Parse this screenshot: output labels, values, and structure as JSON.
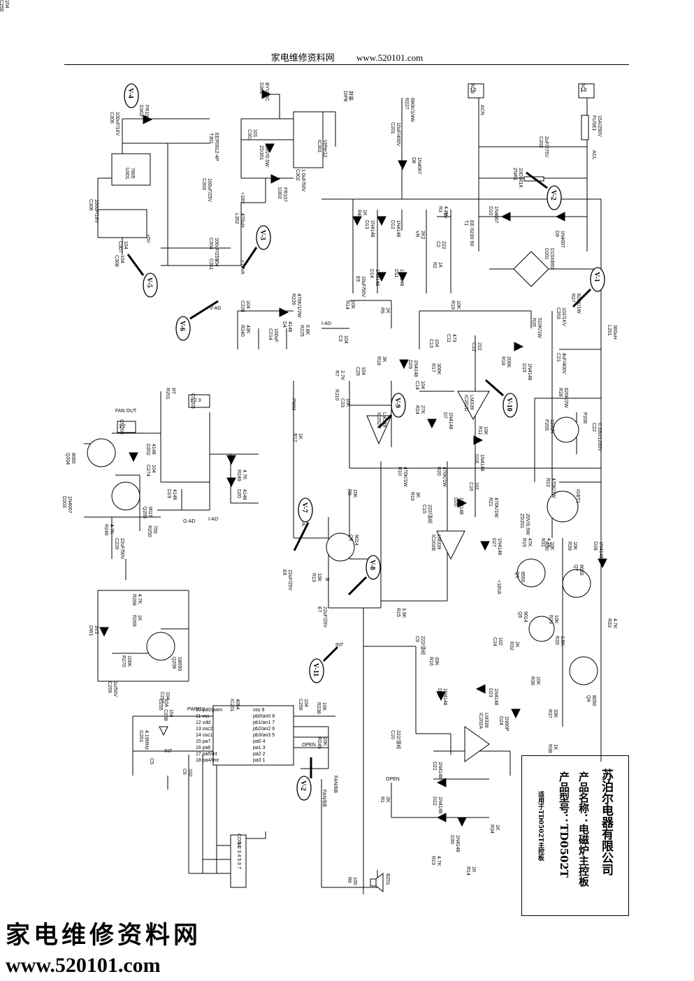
{
  "header": {
    "site": "家电维修资料网",
    "url": "www.520101.com"
  },
  "title_block": {
    "company": "苏泊尔电器有限公司",
    "product_name": "产品名称：电磁炉主控板",
    "product_model": "产品型号：TD0502T",
    "note": "适用于TD0502T主控板"
  },
  "watermark": {
    "cn": "家电维修资料网",
    "url": "www.520101.com"
  },
  "probes": [
    "V-4",
    "V-5",
    "V-3",
    "V-6",
    "V-2",
    "V-1",
    "V-9",
    "V-10",
    "V-7",
    "V-8",
    "V-11",
    "V-2"
  ],
  "probe_extra": [
    "A",
    "B"
  ],
  "connectors": [
    {
      "ref": "ACN",
      "pins": "1 2"
    },
    {
      "ref": "ACL",
      "pins": "1 2"
    },
    {
      "ref": "CN203",
      "pins": "1 2 3"
    },
    {
      "ref": "CN202",
      "pins": "1 2"
    },
    {
      "ref": "CON4",
      "pins": "1 2 3 4 5 6 7"
    }
  ],
  "nets": [
    "V-AD",
    "I-AD",
    "PWM",
    "G-AD",
    "I-AD",
    "INT",
    "OPEN",
    "FAN/BB",
    "PWM10",
    "INT",
    "OPEN",
    "FAN/BB",
    "FAN OUT",
    "ACN",
    "ACL"
  ],
  "components": [
    {
      "ref": "D301",
      "value": "BYV26C"
    },
    {
      "ref": "D303",
      "value": "FR107"
    },
    {
      "ref": "C305",
      "value": "100uF/16V"
    },
    {
      "ref": "U301",
      "value": "7805"
    },
    {
      "ref": "C306",
      "value": "100uF/16V"
    },
    {
      "ref": "C307",
      "value": "104"
    },
    {
      "ref": "C308",
      "value": "104"
    },
    {
      "ref": "T301",
      "value": "EEP0912-4P"
    },
    {
      "ref": "C301",
      "value": "101"
    },
    {
      "ref": "ZD301",
      "value": "18V/0.5W"
    },
    {
      "ref": "IC301",
      "value": "VIPer12"
    },
    {
      "ref": "DIP8",
      "value": "封装"
    },
    {
      "ref": "C302",
      "value": "1.0uF/50V"
    },
    {
      "ref": "C303",
      "value": "100uF/25V"
    },
    {
      "ref": "D302",
      "value": "FR107"
    },
    {
      "ref": "L302",
      "value": "470uH"
    },
    {
      "ref": "C304",
      "value": "100uF/25V"
    },
    {
      "ref": "C311",
      "value": "104"
    },
    {
      "ref": "R227",
      "value": "680K/1/4W"
    },
    {
      "ref": "C201",
      "value": "10uF/400V"
    },
    {
      "ref": "D8",
      "value": "1N4007"
    },
    {
      "ref": "R4",
      "value": "1K"
    },
    {
      "ref": "R3",
      "value": "4.7K"
    },
    {
      "ref": "D13",
      "value": "1N4148"
    },
    {
      "ref": "D12",
      "value": "1N4148"
    },
    {
      "ref": "VR",
      "value": "2K2"
    },
    {
      "ref": "C2",
      "value": "222"
    },
    {
      "ref": "R2",
      "value": "1K"
    },
    {
      "ref": "D14",
      "value": "1N4148"
    },
    {
      "ref": "D11",
      "value": "1N4148"
    },
    {
      "ref": "E5",
      "value": "10uF/50V"
    },
    {
      "ref": "R14",
      "value": "10K"
    },
    {
      "ref": "R5",
      "value": "1K"
    },
    {
      "ref": "C202",
      "value": "2uF/275V"
    },
    {
      "ref": "FUSE1",
      "value": "15A/250V"
    },
    {
      "ref": "ZNR1",
      "value": "10D561K"
    },
    {
      "ref": "D10",
      "value": "1N4007"
    },
    {
      "ref": "D9",
      "value": "1N4007"
    },
    {
      "ref": "T1",
      "value": "EE-0230-50"
    },
    {
      "ref": "D201",
      "value": "D15XB60"
    },
    {
      "ref": "R226",
      "value": "470K/1/2W"
    },
    {
      "ref": "R225",
      "value": "6.8K"
    },
    {
      "ref": "C228",
      "value": "104"
    },
    {
      "ref": "D4",
      "value": "4148"
    },
    {
      "ref": "R240",
      "value": "43K"
    },
    {
      "ref": "C214",
      "value": "100uF"
    },
    {
      "ref": "C3",
      "value": "104"
    },
    {
      "ref": "R27",
      "value": "820K/1W"
    },
    {
      "ref": "C203",
      "value": "102/1KV"
    },
    {
      "ref": "R26",
      "value": "510K/1W"
    },
    {
      "ref": "L201",
      "value": "360uH"
    },
    {
      "ref": "R19",
      "value": "10K"
    },
    {
      "ref": "C13",
      "value": "104"
    },
    {
      "ref": "C11",
      "value": "473"
    },
    {
      "ref": "C12",
      "value": "222"
    },
    {
      "ref": "R17",
      "value": "300K"
    },
    {
      "ref": "R18",
      "value": "200K"
    },
    {
      "ref": "D15",
      "value": "1N4148"
    },
    {
      "ref": "C21",
      "value": "4uF/400V"
    },
    {
      "ref": "R28",
      "value": "820K/2W"
    },
    {
      "ref": "R18",
      "value": "3K"
    },
    {
      "ref": "D29",
      "value": "1N4148"
    },
    {
      "ref": "C25",
      "value": "104"
    },
    {
      "ref": "R7",
      "value": "2.7K"
    },
    {
      "ref": "RJ10",
      "value": ""
    },
    {
      "ref": "C23",
      "value": "10K"
    },
    {
      "ref": "C14",
      "value": "104"
    },
    {
      "ref": "IC202D",
      "value": "LM339"
    },
    {
      "ref": "IC202C",
      "value": "LM339"
    },
    {
      "ref": "R24",
      "value": "27K"
    },
    {
      "ref": "D7",
      "value": "1N4148"
    },
    {
      "ref": "R11",
      "value": "10K"
    },
    {
      "ref": "D18",
      "value": "1N4148"
    },
    {
      "ref": "P205",
      "value": "110uH"
    },
    {
      "ref": "P206",
      "value": ""
    },
    {
      "ref": "C22",
      "value": "0.33U/1200V"
    },
    {
      "ref": "R201",
      "value": "RT"
    },
    {
      "ref": "R12",
      "value": "1K"
    },
    {
      "ref": "R10",
      "value": "470K/1W"
    },
    {
      "ref": "R20",
      "value": "470K/1W"
    },
    {
      "ref": "R22",
      "value": "470K/1W"
    },
    {
      "ref": "R16",
      "value": "3K"
    },
    {
      "ref": "C15",
      "value": "222/涤纶"
    },
    {
      "ref": "D26",
      "value": "1N4148"
    },
    {
      "ref": "C16",
      "value": "101"
    },
    {
      "ref": "R21",
      "value": "470K/1W"
    },
    {
      "ref": "ZD201",
      "value": "20V/0.5W"
    },
    {
      "ref": "IGBT1",
      "value": ""
    },
    {
      "ref": "R15",
      "value": "47K"
    },
    {
      "ref": "IC202B",
      "value": "LM339"
    },
    {
      "ref": "D27",
      "value": "1N4148"
    },
    {
      "ref": "R30",
      "value": "10K"
    },
    {
      "ref": "R39",
      "value": "10K"
    },
    {
      "ref": "D28",
      "value": "1N4148"
    },
    {
      "ref": "Q6",
      "value": "8550"
    },
    {
      "ref": "Q7",
      "value": "8050"
    },
    {
      "ref": "R9",
      "value": "10K"
    },
    {
      "ref": "Q8",
      "value": "9014"
    },
    {
      "ref": "R13",
      "value": "10K"
    },
    {
      "ref": "E6",
      "value": "22uF/25V"
    },
    {
      "ref": "E7",
      "value": "22uF/25V"
    },
    {
      "ref": "R15",
      "value": "3.9K"
    },
    {
      "ref": "R31",
      "value": "4.7K"
    },
    {
      "ref": "Q5",
      "value": "9014"
    },
    {
      "ref": "R29",
      "value": "10K"
    },
    {
      "ref": "R33",
      "value": "4.7K"
    },
    {
      "ref": "C24",
      "value": "102"
    },
    {
      "ref": "R32",
      "value": "2K"
    },
    {
      "ref": "R35",
      "value": "1.5K"
    },
    {
      "ref": "Q4",
      "value": "8050"
    },
    {
      "ref": "R36",
      "value": "10K"
    },
    {
      "ref": "R37",
      "value": "33K"
    },
    {
      "ref": "R38",
      "value": "1K"
    },
    {
      "ref": "C9",
      "value": "222/涤纶"
    },
    {
      "ref": "R16",
      "value": "33K"
    },
    {
      "ref": "D25",
      "value": "1N4148"
    },
    {
      "ref": "D23",
      "value": "1N4148"
    },
    {
      "ref": "IC202A",
      "value": "LM339"
    },
    {
      "ref": "D24",
      "value": "1N60P"
    },
    {
      "ref": "C10",
      "value": "222/涤纶"
    },
    {
      "ref": "R1",
      "value": "2K"
    },
    {
      "ref": "D21",
      "value": "1N4148"
    },
    {
      "ref": "D22",
      "value": "1N4148"
    },
    {
      "ref": "D30",
      "value": "1N4148"
    },
    {
      "ref": "R34",
      "value": "1K"
    },
    {
      "ref": "R23",
      "value": "4.7K"
    },
    {
      "ref": "R14",
      "value": "1K"
    },
    {
      "ref": "BZ01",
      "value": ""
    },
    {
      "ref": "R6",
      "value": "100"
    },
    {
      "ref": "R268",
      "value": "4.7K"
    },
    {
      "ref": "R269",
      "value": "1K"
    },
    {
      "ref": "DW1",
      "value": "3V3"
    },
    {
      "ref": "Q208",
      "value": "S8050"
    },
    {
      "ref": "R270",
      "value": "100K"
    },
    {
      "ref": "C259",
      "value": "1u/50V"
    },
    {
      "ref": "C257",
      "value": "104"
    },
    {
      "ref": "C258",
      "value": "104"
    },
    {
      "ref": "C255",
      "value": "104"
    },
    {
      "ref": "G201",
      "value": "4.19MHz"
    },
    {
      "ref": "IC201",
      "value": "4054"
    },
    {
      "ref": "C5",
      "value": ""
    },
    {
      "ref": "C6",
      "value": "102"
    },
    {
      "ref": "C256",
      "value": "104"
    },
    {
      "ref": "R238",
      "value": "10K"
    },
    {
      "ref": "R245",
      "value": "10K"
    },
    {
      "ref": "Q204",
      "value": "8050"
    },
    {
      "ref": "D202",
      "value": "4148"
    },
    {
      "ref": "C274",
      "value": "104"
    },
    {
      "ref": "D203",
      "value": "1N4007"
    },
    {
      "ref": "Q205",
      "value": "9015"
    },
    {
      "ref": "R250",
      "value": "750"
    },
    {
      "ref": "R246",
      "value": "4.7K"
    },
    {
      "ref": "C226",
      "value": "22uF/50V"
    },
    {
      "ref": "R249",
      "value": "4.7K"
    },
    {
      "ref": "D20",
      "value": "4148"
    },
    {
      "ref": "D19",
      "value": "4148"
    },
    {
      "ref": "C255",
      "value": "104"
    }
  ],
  "ic201_pins_left": [
    "10 pd0/pwm",
    "11 vss",
    "12 vdd",
    "13 osc2",
    "14 osc1",
    "15 pa7",
    "16 pa6",
    "17 pa5/int",
    "18 pa4/tmr"
  ],
  "ic201_pins_right": [
    "vss 9",
    "pb0/an0 8",
    "pb1/an1 7",
    "pb2/an2 6",
    "pb3/an3 5",
    "pa0 4",
    "pa1 3",
    "pa2 2",
    "pa3 1"
  ],
  "rail_labels": [
    "+5V",
    "+18V",
    "+18VA",
    "+5V",
    "+18VA"
  ]
}
